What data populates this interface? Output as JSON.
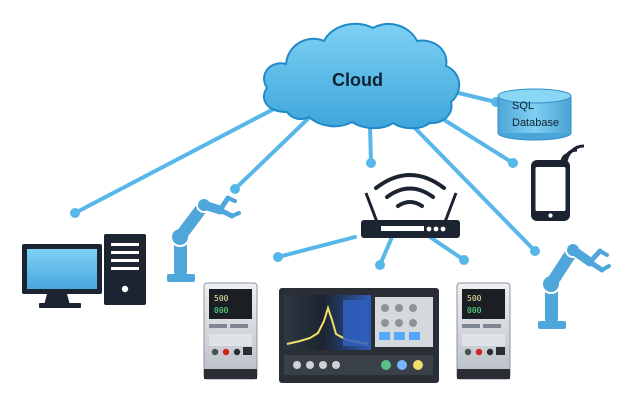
{
  "diagram": {
    "cloud_label": "Cloud",
    "database_labels": [
      "SQL",
      "Database"
    ],
    "colors": {
      "network_blue": "#58b7e9",
      "cloud_blue": "#5fbde9",
      "cloud_outline": "#208bc8",
      "device_dark": "#1b2430",
      "monitor_screen": "#59bae6",
      "robot_blue": "#4ea6da",
      "instrument_gray": "#c8ccd1"
    },
    "icons": [
      "cloud-icon",
      "database-icon",
      "desktop-computer-icon",
      "robot-arm-icon",
      "wifi-router-icon",
      "smartphone-icon",
      "power-supply-icon",
      "oscilloscope-icon"
    ]
  }
}
